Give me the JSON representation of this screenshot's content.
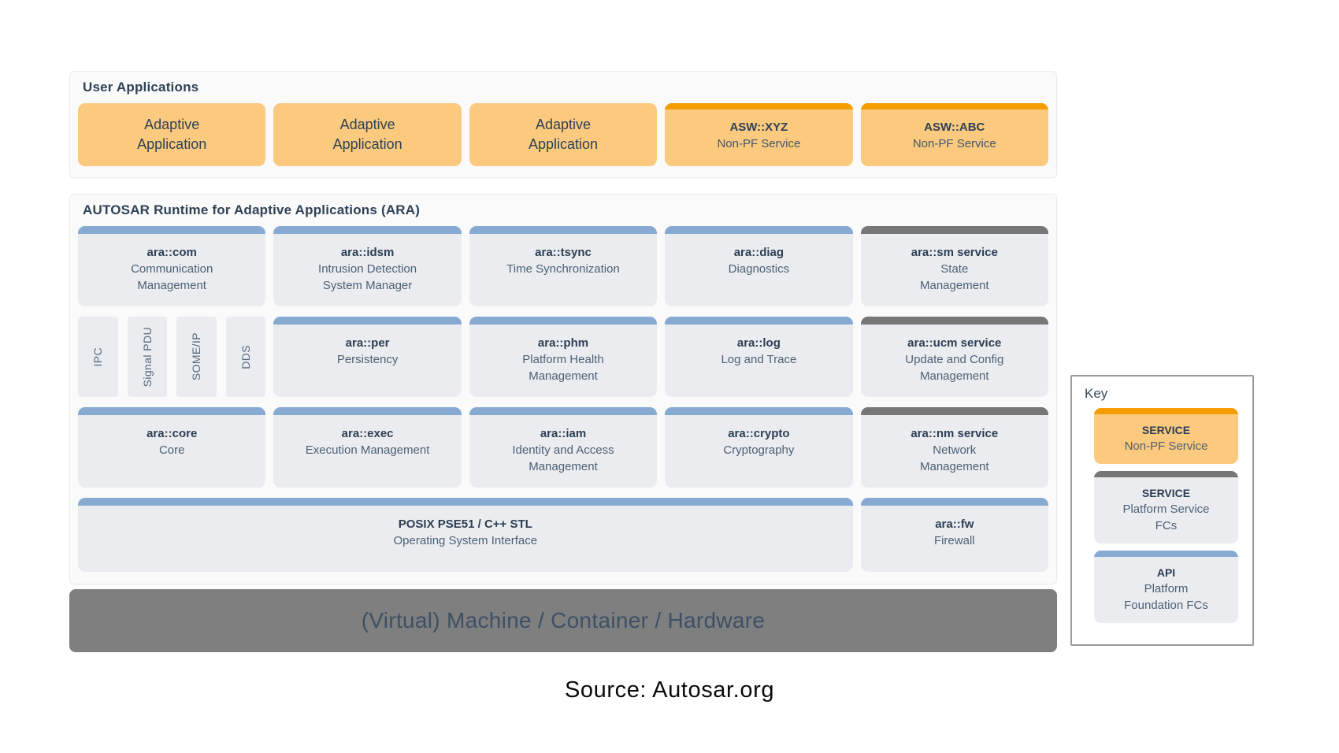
{
  "user_apps": {
    "title": "User Applications",
    "app_boxes": [
      {
        "label": "Adaptive\nApplication"
      },
      {
        "label": "Adaptive\nApplication"
      },
      {
        "label": "Adaptive\nApplication"
      }
    ],
    "asw_boxes": [
      {
        "title": "ASW::XYZ",
        "subtitle": "Non-PF Service"
      },
      {
        "title": "ASW::ABC",
        "subtitle": "Non-PF Service"
      }
    ]
  },
  "ara": {
    "title": "AUTOSAR Runtime for Adaptive Applications (ARA)",
    "row1": [
      {
        "title": "ara::com",
        "subtitle": "Communication\nManagement",
        "kind": "api"
      },
      {
        "title": "ara::idsm",
        "subtitle": "Intrusion Detection\nSystem Manager",
        "kind": "api"
      },
      {
        "title": "ara::tsync",
        "subtitle": "Time Synchronization",
        "kind": "api"
      },
      {
        "title": "ara::diag",
        "subtitle": "Diagnostics",
        "kind": "api"
      },
      {
        "title": "ara::sm service",
        "subtitle": "State\nManagement",
        "kind": "service"
      }
    ],
    "protocols": [
      "IPC",
      "Signal PDU",
      "SOME/IP",
      "DDS"
    ],
    "row2": [
      {
        "title": "ara::per",
        "subtitle": "Persistency",
        "kind": "api"
      },
      {
        "title": "ara::phm",
        "subtitle": "Platform Health\nManagement",
        "kind": "api"
      },
      {
        "title": "ara::log",
        "subtitle": "Log and Trace",
        "kind": "api"
      },
      {
        "title": "ara::ucm service",
        "subtitle": "Update and Config\nManagement",
        "kind": "service"
      }
    ],
    "row3": [
      {
        "title": "ara::core",
        "subtitle": "Core",
        "kind": "api"
      },
      {
        "title": "ara::exec",
        "subtitle": "Execution Management",
        "kind": "api"
      },
      {
        "title": "ara::iam",
        "subtitle": "Identity and Access\nManagement",
        "kind": "api"
      },
      {
        "title": "ara::crypto",
        "subtitle": "Cryptography",
        "kind": "api"
      },
      {
        "title": "ara::nm service",
        "subtitle": "Network\nManagement",
        "kind": "service"
      }
    ],
    "row4": {
      "posix": {
        "title": "POSIX PSE51 / C++ STL",
        "subtitle": "Operating System Interface",
        "kind": "api"
      },
      "fw": {
        "title": "ara::fw",
        "subtitle": "Firewall",
        "kind": "api"
      }
    }
  },
  "hardware_bar": {
    "label": "(Virtual) Machine / Container / Hardware"
  },
  "key": {
    "title": "Key",
    "items": [
      {
        "title": "SERVICE",
        "subtitle": "Non-PF Service",
        "kind": "non_pf"
      },
      {
        "title": "SERVICE",
        "subtitle": "Platform Service\nFCs",
        "kind": "service"
      },
      {
        "title": "API",
        "subtitle": "Platform\nFoundation FCs",
        "kind": "api"
      }
    ]
  },
  "caption": {
    "source": "Source: Autosar.org"
  },
  "colors": {
    "non_pf_fill": "#fbca7e",
    "non_pf_bar": "#f59c00",
    "api_bar": "#87aad3",
    "service_bar": "#777777",
    "fc_fill": "#ebecef",
    "hardware_bar": "#7f7f7f",
    "title_text": "#2c3e54",
    "body_text": "#4c6076"
  }
}
